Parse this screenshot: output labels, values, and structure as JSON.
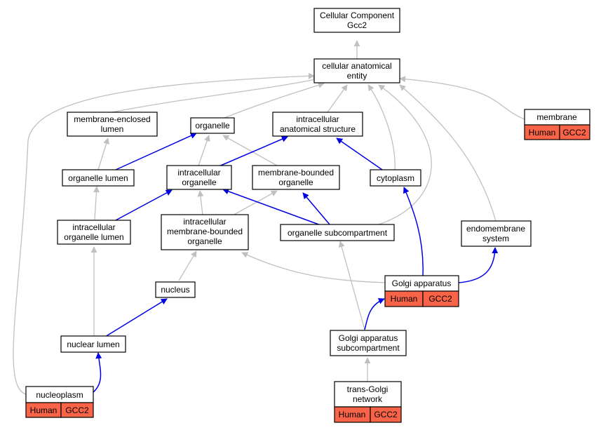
{
  "nodes": {
    "cellular_component": {
      "lines": [
        "Cellular Component",
        "Gcc2"
      ]
    },
    "cellular_anatomical_entity": {
      "lines": [
        "cellular anatomical",
        "entity"
      ]
    },
    "membrane_enclosed_lumen": {
      "lines": [
        "membrane-enclosed",
        "lumen"
      ]
    },
    "organelle": {
      "lines": [
        "organelle"
      ]
    },
    "intracellular_anatomical_structure": {
      "lines": [
        "intracellular",
        "anatomical structure"
      ]
    },
    "membrane": {
      "lines": [
        "membrane"
      ],
      "species": "Human",
      "gene": "GCC2"
    },
    "organelle_lumen": {
      "lines": [
        "organelle lumen"
      ]
    },
    "intracellular_organelle": {
      "lines": [
        "intracellular",
        "organelle"
      ]
    },
    "membrane_bounded_organelle": {
      "lines": [
        "membrane-bounded",
        "organelle"
      ]
    },
    "cytoplasm": {
      "lines": [
        "cytoplasm"
      ]
    },
    "intracellular_organelle_lumen": {
      "lines": [
        "intracellular",
        "organelle lumen"
      ]
    },
    "intracellular_membrane_bounded_organelle": {
      "lines": [
        "intracellular",
        "membrane-bounded",
        "organelle"
      ]
    },
    "organelle_subcompartment": {
      "lines": [
        "organelle subcompartment"
      ]
    },
    "endomembrane_system": {
      "lines": [
        "endomembrane",
        "system"
      ]
    },
    "golgi_apparatus": {
      "lines": [
        "Golgi apparatus"
      ],
      "species": "Human",
      "gene": "GCC2"
    },
    "nucleus": {
      "lines": [
        "nucleus"
      ]
    },
    "nuclear_lumen": {
      "lines": [
        "nuclear lumen"
      ]
    },
    "golgi_apparatus_subcompartment": {
      "lines": [
        "Golgi apparatus",
        "subcompartment"
      ]
    },
    "nucleoplasm": {
      "lines": [
        "nucleoplasm"
      ],
      "species": "Human",
      "gene": "GCC2"
    },
    "trans_golgi_network": {
      "lines": [
        "trans-Golgi",
        "network"
      ],
      "species": "Human",
      "gene": "GCC2"
    }
  },
  "colors": {
    "annotation_fill": "#f96449",
    "is_a_edge": "#c0c0c0",
    "part_of_edge": "#0000e6"
  }
}
